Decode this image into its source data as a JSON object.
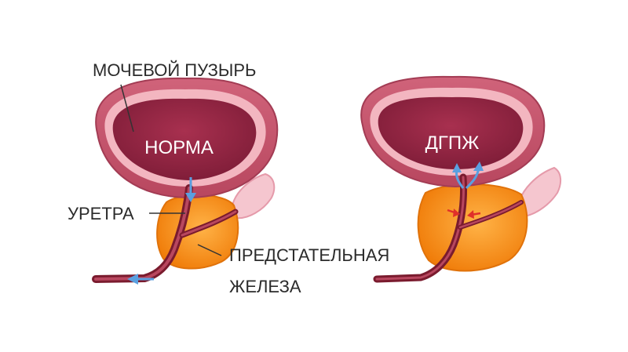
{
  "labels": {
    "bladder": "МОЧЕВОЙ ПУЗЫРЬ",
    "urethra": "УРЕТРА",
    "prostate_line1": "ПРЕДСТАТЕЛЬНАЯ",
    "prostate_line2": "ЖЕЛЕЗА"
  },
  "panels": [
    {
      "title": "НОРМА"
    },
    {
      "title": "ДГПЖ"
    }
  ],
  "colors": {
    "bladder_outer": "#c2546a",
    "bladder_rim": "#f3b6c0",
    "bladder_inner": "#8e2440",
    "prostate": "#f58a12",
    "prostate_light": "#ffb347",
    "urethra": "#7a1b2e",
    "seminal": "#f5c6cf",
    "flow_arrow": "#5aa0e0",
    "compress_arrow": "#e0302a"
  },
  "icons": [
    "flow-arrow-icon",
    "compression-arrow-icon"
  ]
}
